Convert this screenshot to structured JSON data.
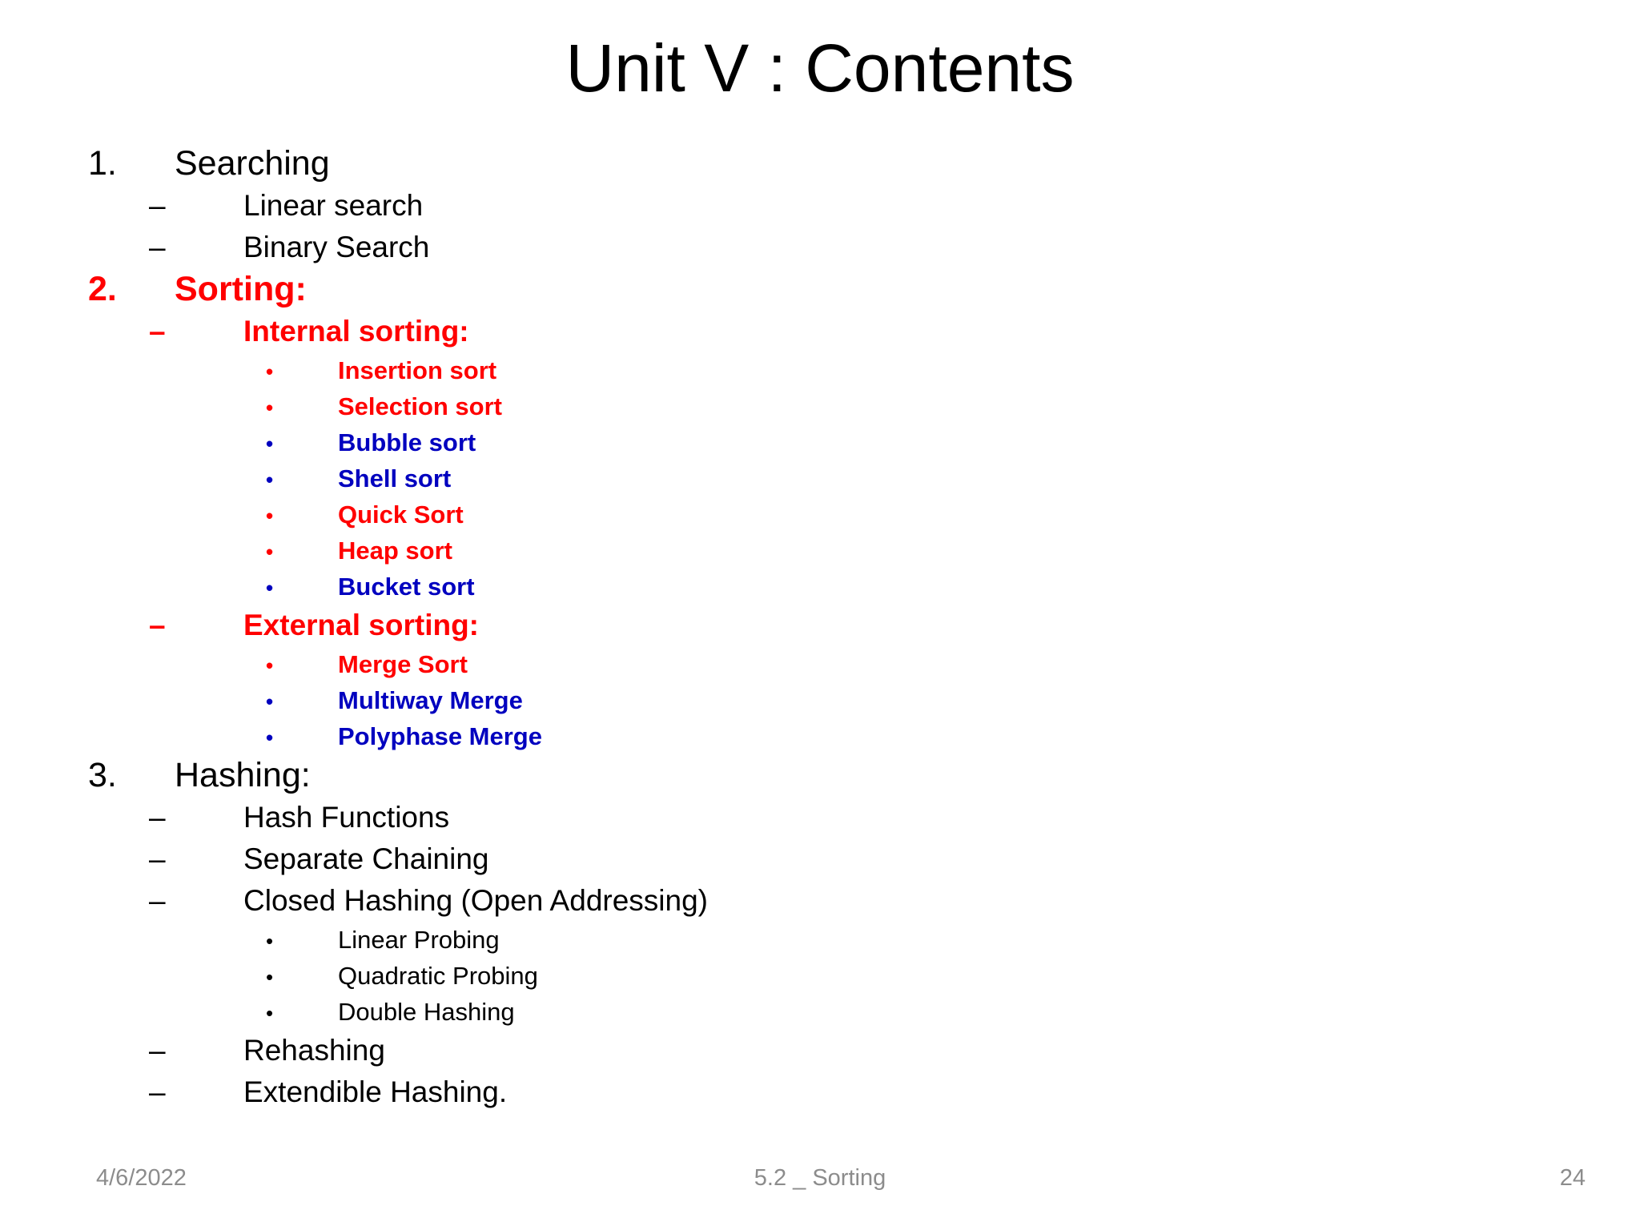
{
  "slide": {
    "title": "Unit V : Contents",
    "colors": {
      "red": "#FF0000",
      "blue": "#0000BF",
      "black": "#000000",
      "footer_gray": "#8C8C8C",
      "background": "#FFFFFF"
    },
    "outline": [
      {
        "level": 1,
        "marker": "1.",
        "text": "Searching",
        "color": "#000000",
        "bold": false
      },
      {
        "level": 2,
        "marker": "–",
        "text": "Linear search",
        "color": "#000000",
        "bold": false
      },
      {
        "level": 2,
        "marker": "–",
        "text": "Binary Search",
        "color": "#000000",
        "bold": false
      },
      {
        "level": 1,
        "marker": "2.",
        "text": "Sorting:",
        "color": "#FF0000",
        "bold": true
      },
      {
        "level": 2,
        "marker": "–",
        "text": "Internal sorting:",
        "color": "#FF0000",
        "bold": true
      },
      {
        "level": 3,
        "marker": "•",
        "text": "Insertion sort",
        "color": "#FF0000",
        "bold": true
      },
      {
        "level": 3,
        "marker": "•",
        "text": "Selection sort",
        "color": "#FF0000",
        "bold": true
      },
      {
        "level": 3,
        "marker": "•",
        "text": "Bubble sort",
        "color": "#0000BF",
        "bold": true
      },
      {
        "level": 3,
        "marker": "•",
        "text": "Shell sort",
        "color": "#0000BF",
        "bold": true
      },
      {
        "level": 3,
        "marker": "•",
        "text": "Quick Sort",
        "color": "#FF0000",
        "bold": true
      },
      {
        "level": 3,
        "marker": "•",
        "text": "Heap sort",
        "color": "#FF0000",
        "bold": true
      },
      {
        "level": 3,
        "marker": "•",
        "text": "Bucket sort",
        "color": "#0000BF",
        "bold": true
      },
      {
        "level": 2,
        "marker": "–",
        "text": "External sorting:",
        "color": "#FF0000",
        "bold": true
      },
      {
        "level": 3,
        "marker": "•",
        "text": "Merge Sort",
        "color": "#FF0000",
        "bold": true
      },
      {
        "level": 3,
        "marker": "•",
        "text": "Multiway Merge",
        "color": "#0000BF",
        "bold": true
      },
      {
        "level": 3,
        "marker": "•",
        "text": "Polyphase Merge",
        "color": "#0000BF",
        "bold": true
      },
      {
        "level": 1,
        "marker": "3.",
        "text": "Hashing:",
        "color": "#000000",
        "bold": false
      },
      {
        "level": 2,
        "marker": "–",
        "text": "Hash Functions",
        "color": "#000000",
        "bold": false
      },
      {
        "level": 2,
        "marker": "–",
        "text": "Separate Chaining",
        "color": "#000000",
        "bold": false
      },
      {
        "level": 2,
        "marker": "–",
        "text": "Closed Hashing (Open Addressing)",
        "color": "#000000",
        "bold": false
      },
      {
        "level": 3,
        "marker": "•",
        "text": "Linear Probing",
        "color": "#000000",
        "bold": false
      },
      {
        "level": 3,
        "marker": "•",
        "text": "Quadratic Probing",
        "color": "#000000",
        "bold": false
      },
      {
        "level": 3,
        "marker": "•",
        "text": "Double Hashing",
        "color": "#000000",
        "bold": false
      },
      {
        "level": 2,
        "marker": "–",
        "text": "Rehashing",
        "color": "#000000",
        "bold": false
      },
      {
        "level": 2,
        "marker": "–",
        "text": "Extendible Hashing.",
        "color": "#000000",
        "bold": false
      }
    ],
    "footer": {
      "date": "4/6/2022",
      "center_text": "5.2 _ Sorting",
      "page_number": "24"
    }
  }
}
